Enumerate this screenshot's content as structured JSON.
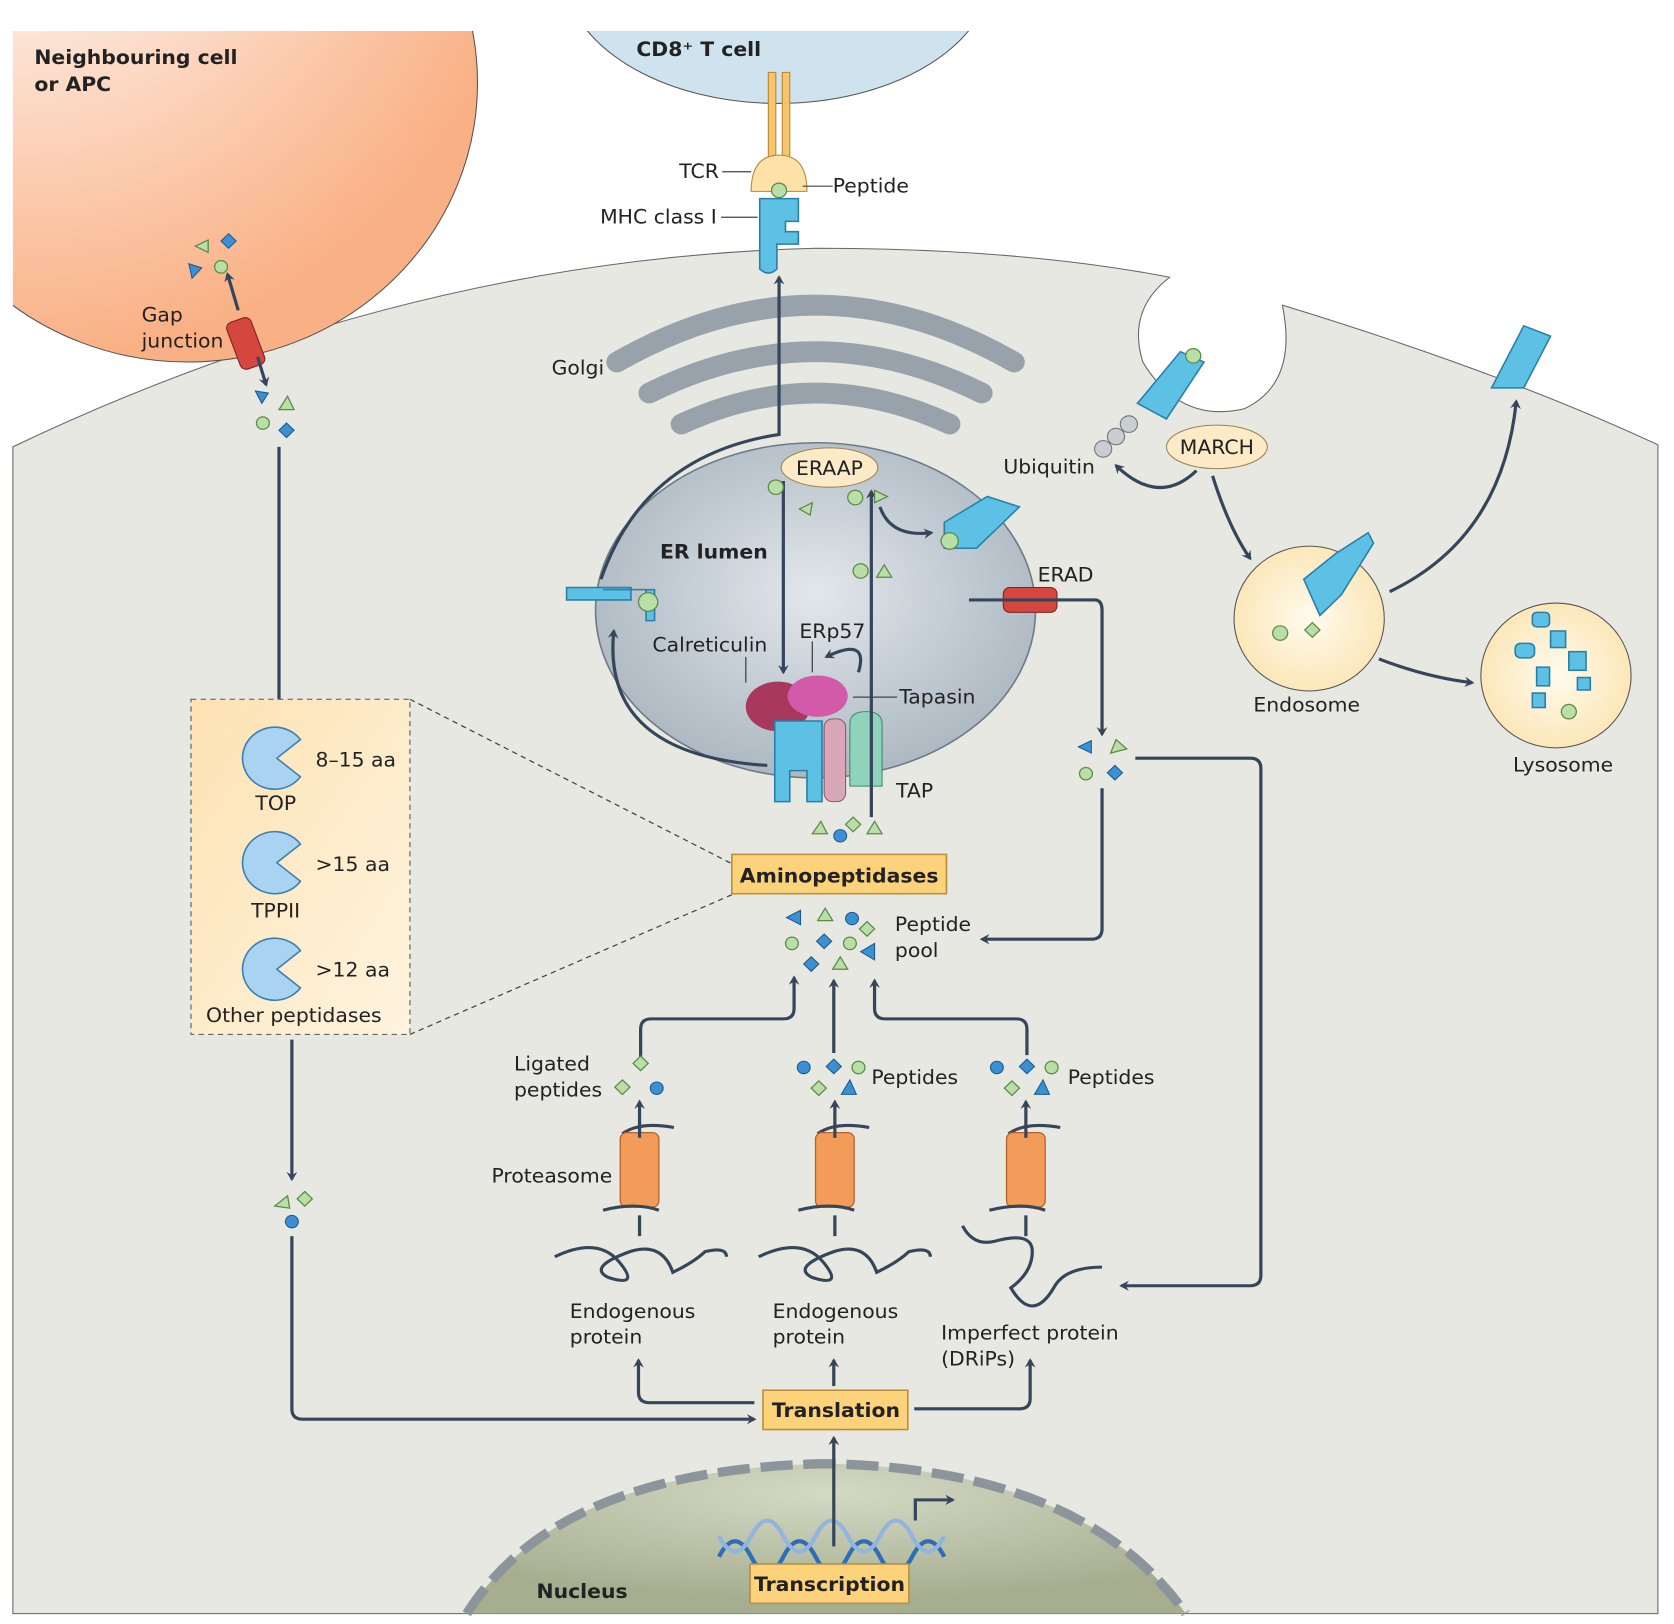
{
  "cells": {
    "neighbour": [
      "Neighbouring cell",
      "or APC"
    ],
    "tcell": "CD8⁺ T cell",
    "tcr": "TCR",
    "peptide": "Peptide",
    "mhc": "MHC class I",
    "gap": [
      "Gap",
      "junction"
    ],
    "golgi": "Golgi"
  },
  "er": {
    "eraap": "ERAAP",
    "lumen": "ER lumen",
    "calreticulin": "Calreticulin",
    "erp57": "ERp57",
    "tapasin": "Tapasin",
    "tap": "TAP",
    "erad": "ERAD"
  },
  "surface": {
    "ubiquitin": "Ubiquitin",
    "march": "MARCH",
    "endosome": "Endosome",
    "lysosome": "Lysosome"
  },
  "peptidases": {
    "top_size": "8–15 aa",
    "top": "TOP",
    "tppii_size": ">15 aa",
    "tppii": "TPPII",
    "other_size": ">12 aa",
    "other": "Other peptidases"
  },
  "central": {
    "aminopeptidases": "Aminopeptidases",
    "pool": [
      "Peptide",
      "pool"
    ],
    "ligated": [
      "Ligated",
      "peptides"
    ],
    "peptides1": "Peptides",
    "peptides2": "Peptides",
    "proteasome": "Proteasome",
    "endo1": [
      "Endogenous",
      "protein"
    ],
    "endo2": [
      "Endogenous",
      "protein"
    ],
    "imperfect": [
      "Imperfect protein",
      "(DRiPs)"
    ],
    "translation": "Translation",
    "nucleus": "Nucleus",
    "transcription": "Transcription"
  },
  "colors": {
    "cytoplasm": "#e6e8e1",
    "neighbour_cell": "#f9b98a",
    "t_cell": "#cfe3ef",
    "er": "#b9c4cd",
    "label_box": "#fcd27b",
    "mhc": "#5cc1e4",
    "arrow": "#36465a"
  }
}
